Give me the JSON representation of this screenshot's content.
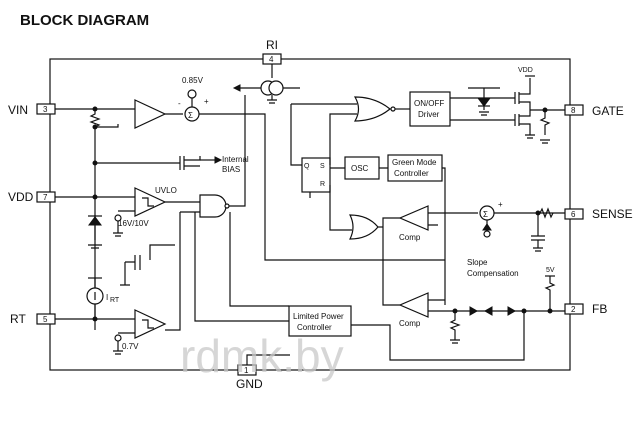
{
  "title": "BLOCK DIAGRAM",
  "pins": {
    "vin": {
      "name": "VIN",
      "num": "3"
    },
    "vdd": {
      "name": "VDD",
      "num": "7"
    },
    "rt": {
      "name": "RT",
      "num": "5"
    },
    "ri": {
      "name": "RI",
      "num": "4"
    },
    "gnd": {
      "name": "GND",
      "num": "1"
    },
    "gate": {
      "name": "GATE",
      "num": "8"
    },
    "sense": {
      "name": "SENSE",
      "num": "6"
    },
    "fb": {
      "name": "FB",
      "num": "2"
    }
  },
  "labels": {
    "v085": "0.85V",
    "internal1": "Internal",
    "internal2": "BIAS",
    "uvlo": "UVLO",
    "uvlo_th": "16V/10V",
    "v07": "0.7V",
    "irt": "I",
    "irt_sub": "RT",
    "osc": "OSC",
    "gm1": "Green Mode",
    "gm2": "Controller",
    "onoff1": "ON/OFF",
    "onoff2": "Driver",
    "lpc1": "Limited Power",
    "lpc2": "Controller",
    "comp1": "Comp",
    "comp2": "Comp",
    "slope1": "Slope",
    "slope2": "Compensation",
    "vdd_small": "VDD",
    "v5": "5V",
    "ff_s": "S",
    "ff_r": "R",
    "ff_q": "Q",
    "plus": "+",
    "minus": "-"
  },
  "watermark": "rdmk.by"
}
